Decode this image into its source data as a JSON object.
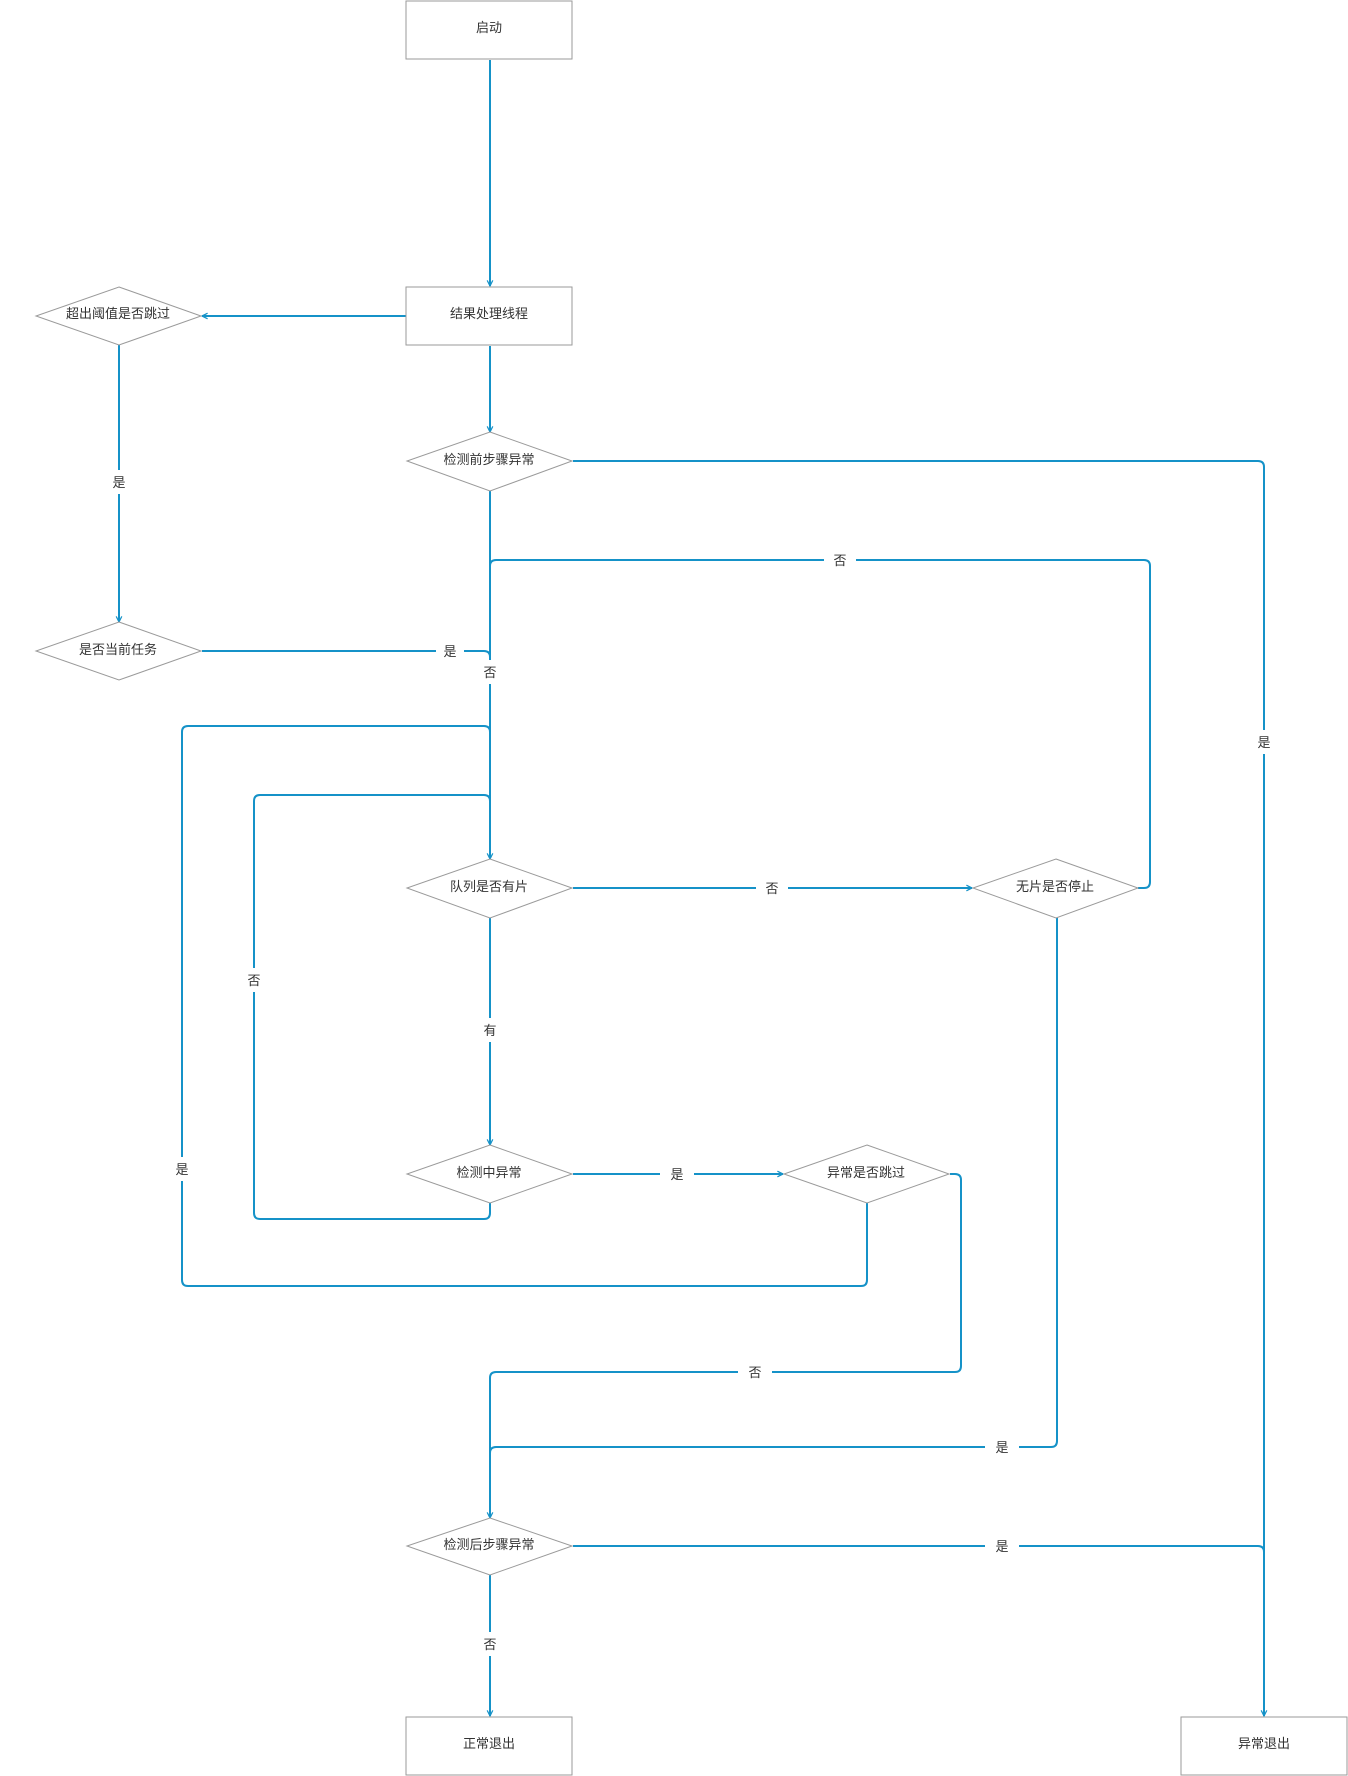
{
  "colors": {
    "edge": "#1592c8",
    "node_border": "#9a9a9a",
    "text": "#333333"
  },
  "nodes": {
    "start": "启动",
    "result_thread": "结果处理线程",
    "threshold_skip": "超出阈值是否跳过",
    "pre_check": "检测前步骤异常",
    "current_task": "是否当前任务",
    "queue_has": "队列是否有片",
    "no_piece_stop": "无片是否停止",
    "in_check": "检测中异常",
    "error_skip": "异常是否跳过",
    "post_check": "检测后步骤异常",
    "normal_exit": "正常退出",
    "error_exit": "异常退出"
  },
  "edge_labels": {
    "threshold_yes": "是",
    "pre_no_loop": "否",
    "task_yes": "是",
    "pre_check_no": "否",
    "pre_check_yes": "是",
    "queue_no": "否",
    "in_check_no": "否",
    "queue_yes": "有",
    "skip_yes": "是",
    "in_check_yes": "是",
    "skip_no": "否",
    "stop_yes": "是",
    "post_yes": "是",
    "post_no": "否"
  }
}
